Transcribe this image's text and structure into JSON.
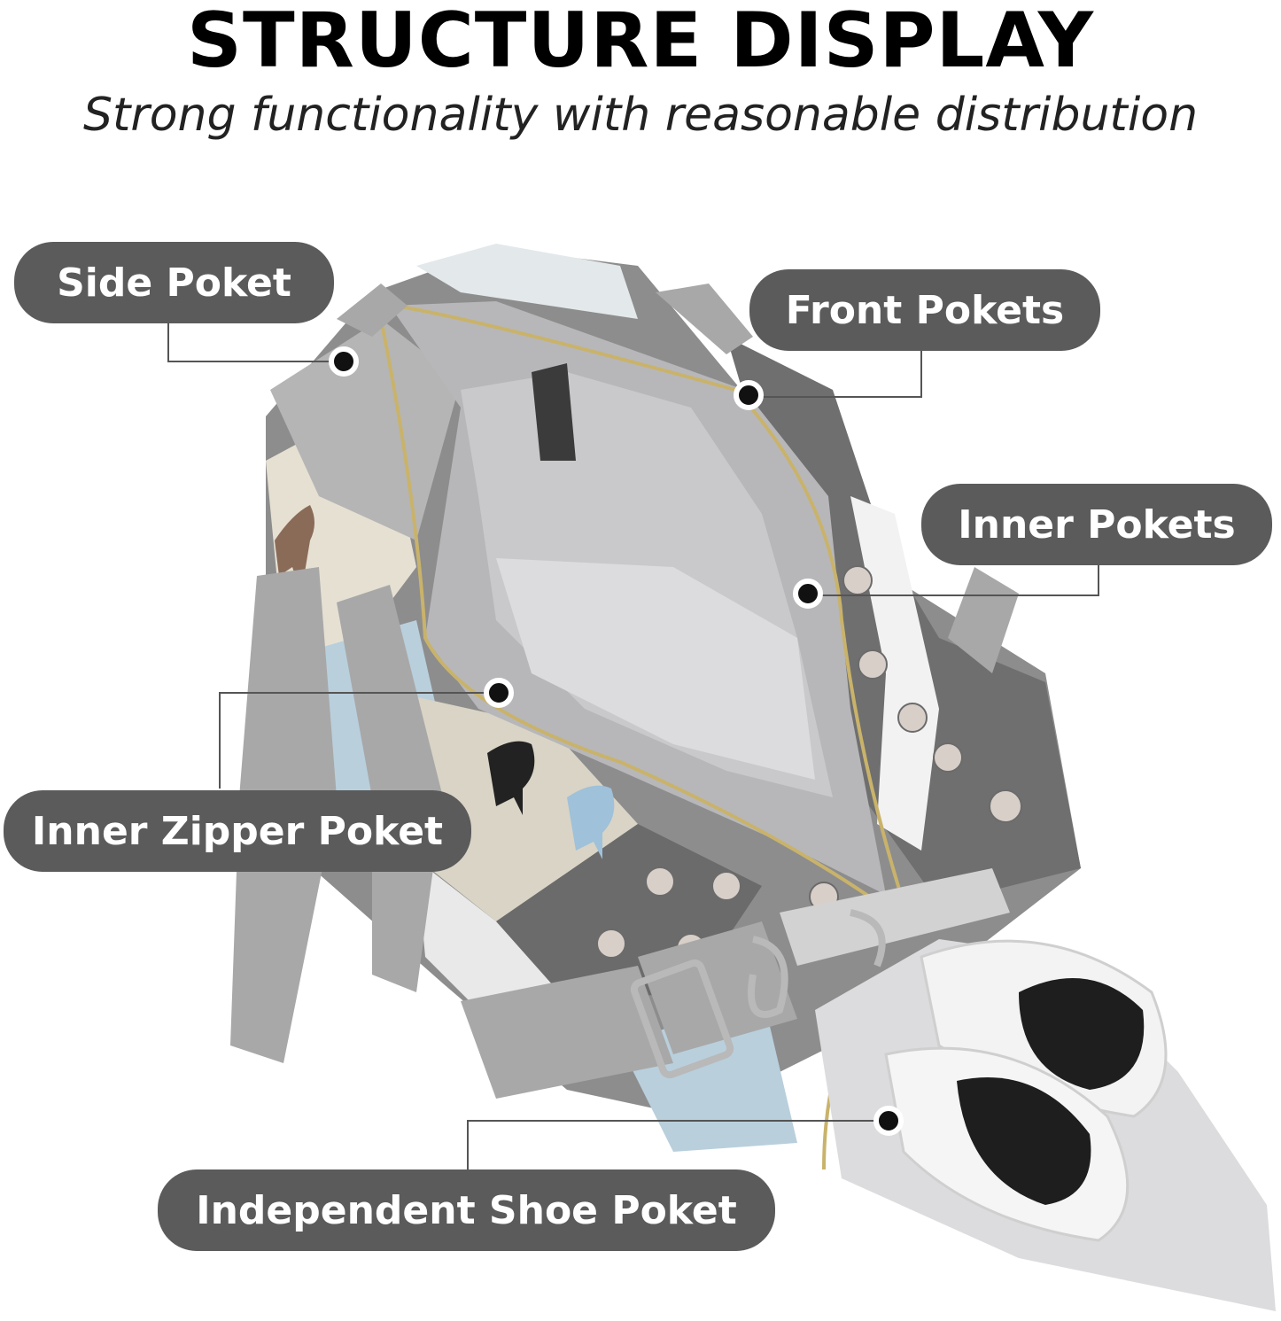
{
  "header": {
    "title": "STRUCTURE DISPLAY",
    "subtitle": "Strong functionality with reasonable distribution"
  },
  "callouts": {
    "side_pocket": "Side Poket",
    "front_pockets": "Front Pokets",
    "inner_pockets": "Inner Pokets",
    "inner_zipper_pocket": "Inner Zipper Poket",
    "shoe_pocket": "Independent Shoe Poket"
  },
  "colors": {
    "pill": "#5b5b5b",
    "lining": "#c9c9cc",
    "fabric_dark": "#6b6b6b",
    "fabric_light_blue": "#b9cfdc",
    "fabric_cream": "#e6e0d3",
    "strap": "#a8a8a8"
  }
}
